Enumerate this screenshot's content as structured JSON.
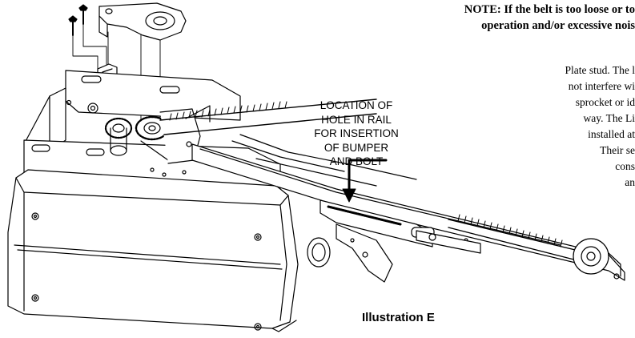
{
  "note": {
    "line1": "NOTE:  If the belt is too loose or to",
    "line2": "operation and/or excessive nois"
  },
  "side_text": [
    "Plate stud.  The l",
    "not interfere wi",
    "sprocket or id",
    "way.  The Li",
    "installed at",
    "Their se",
    "cons",
    "an"
  ],
  "callout": {
    "lines": [
      "LOCATION OF",
      "HOLE IN RAIL",
      "FOR INSERTION",
      "OF BUMPER",
      "AND BOLT"
    ]
  },
  "caption": "Illustration  E"
}
